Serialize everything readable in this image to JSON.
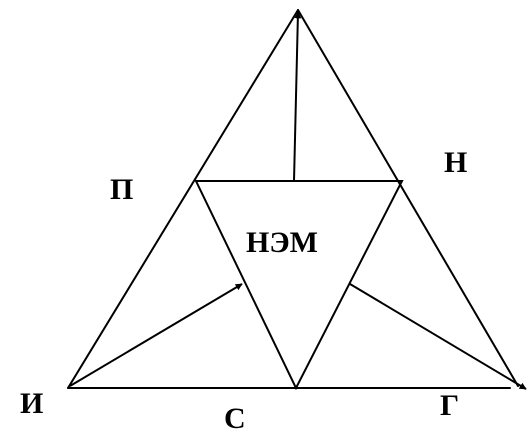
{
  "labels": {
    "top_left": "П",
    "top_right": "Н",
    "center": "НЭМ",
    "bottom_left": "И",
    "bottom_center": "С",
    "bottom_right": "Г"
  },
  "colors": {
    "stroke": "#000000",
    "background": "#ffffff"
  }
}
